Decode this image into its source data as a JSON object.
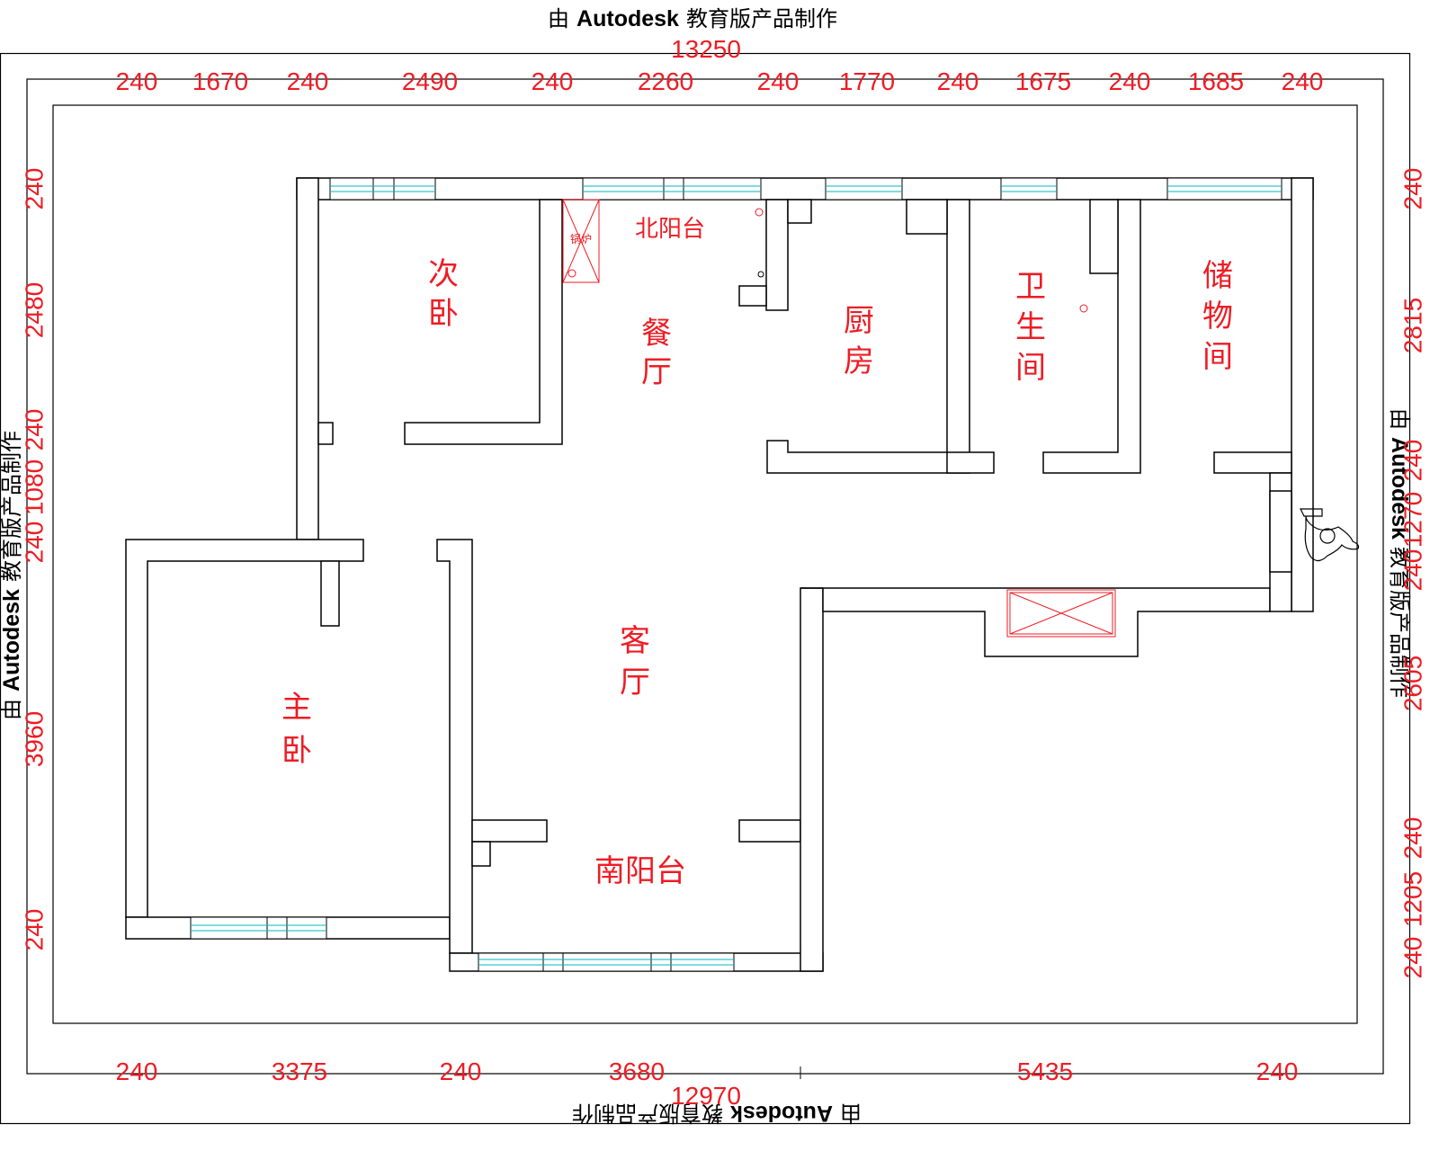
{
  "watermark": {
    "prefix": "由",
    "brand": "Autodesk",
    "suffix": "教育版产品制作"
  },
  "dimensions": {
    "top_total": "13250",
    "bottom_total": "12970",
    "top": [
      "240",
      "1670",
      "240",
      "2490",
      "240",
      "2260",
      "240",
      "1770",
      "240",
      "1675",
      "240",
      "1685",
      "240"
    ],
    "bottom": [
      "240",
      "3375",
      "240",
      "3680",
      "5435",
      "240"
    ],
    "left": [
      "240",
      "2480",
      "240",
      "1080",
      "240",
      "3960",
      "240"
    ],
    "right": [
      "240",
      "2815",
      "240",
      "1270",
      "240",
      "2605",
      "240",
      "1205",
      "240"
    ]
  },
  "rooms": {
    "secondary_bedroom": "次卧",
    "north_balcony": "北阳台",
    "boiler": "锅炉",
    "dining": "餐厅",
    "kitchen": "厨房",
    "bathroom": "卫生间",
    "storage": "储物间",
    "living": "客厅",
    "master_bedroom": "主卧",
    "south_balcony": "南阳台"
  },
  "colors": {
    "dimension_text": "#ee1c24",
    "room_text": "#ee1c24",
    "wall_line": "#000000",
    "window_line": "#00b7c4"
  }
}
